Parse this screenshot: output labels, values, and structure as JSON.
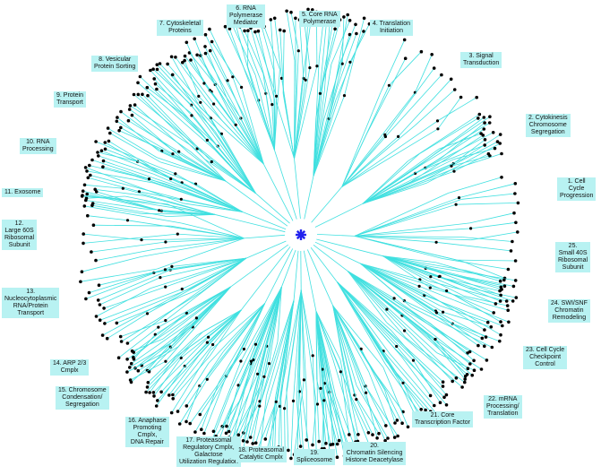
{
  "colors": {
    "edge": "#40e0e0",
    "label_bg": "#b8f2f2",
    "node": "#000000",
    "center": "#2222ee"
  },
  "center_icon": "asterisk",
  "clusters": [
    {
      "id": 1,
      "label": "1. Cell\nCycle\nProgression"
    },
    {
      "id": 2,
      "label": "2. Cytokinesis\nChromosome\nSegregation"
    },
    {
      "id": 3,
      "label": "3. Signal\nTransduction"
    },
    {
      "id": 4,
      "label": "4. Translation\nInitiation"
    },
    {
      "id": 5,
      "label": "5. Core RNA\nPolymerase"
    },
    {
      "id": 6,
      "label": "6. RNA\nPolymerase\nMediator"
    },
    {
      "id": 7,
      "label": "7. Cytoskeletal\nProteins"
    },
    {
      "id": 8,
      "label": "8. Vesicular\nProtein Sorting"
    },
    {
      "id": 9,
      "label": "9. Protein\nTransport"
    },
    {
      "id": 10,
      "label": "10. RNA\nProcessing"
    },
    {
      "id": 11,
      "label": "11. Exosome"
    },
    {
      "id": 12,
      "label": "12.\nLarge 60S\nRibosomal\nSubunit"
    },
    {
      "id": 13,
      "label": "13.\nNucleocytoplasmic\nRNA/Protein\nTransport"
    },
    {
      "id": 14,
      "label": "14. ARP 2/3\nCmplx"
    },
    {
      "id": 15,
      "label": "15. Chromosome\nCondensation/\nSegregation"
    },
    {
      "id": 16,
      "label": "16. Anaphase\nPromoting\nCmplx,\nDNA Repair"
    },
    {
      "id": 17,
      "label": "17. Proteasomal\nRegulatory Cmplx,\nGalactose\nUtilization Regulation"
    },
    {
      "id": 18,
      "label": "18. Proteasomal\nCatalytic Cmplx"
    },
    {
      "id": 19,
      "label": "19.\nSpliceosome"
    },
    {
      "id": 20,
      "label": "20.\nChromatin Silencing\nHistone Deacetylase"
    },
    {
      "id": 21,
      "label": "21. Core\nTranscription Factor"
    },
    {
      "id": 22,
      "label": "22. mRNA\nProcessing/\nTranslation"
    },
    {
      "id": 23,
      "label": "23. Cell Cycle\nCheckpoint\nControl"
    },
    {
      "id": 24,
      "label": "24. SWI/SNF\nChromatin\nRemodeling"
    },
    {
      "id": 25,
      "label": "25.\nSmall 40S\nRibosomal\nSubunit"
    }
  ]
}
